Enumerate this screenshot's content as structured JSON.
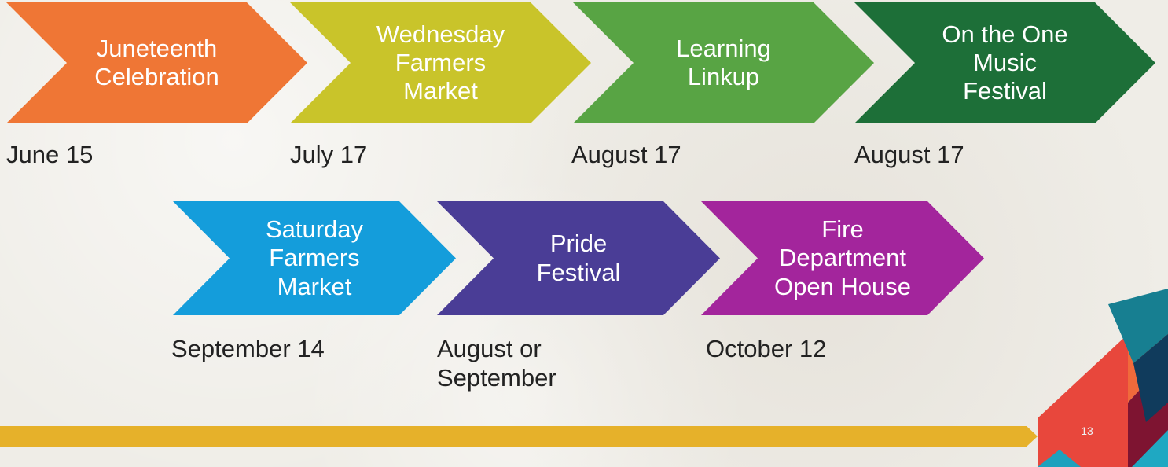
{
  "slide": {
    "slide_number": "13",
    "colors": {
      "background": "#efede7",
      "accent_gold": "#e6b12a",
      "accent_red": "#ea4f4f",
      "accent_orange": "#ef6b3d",
      "accent_teal": "#177f91",
      "accent_navy": "#103b5c",
      "accent_maroon": "#7e1431"
    }
  },
  "events": [
    {
      "title": "Juneteenth\nCelebration",
      "date": "June 15",
      "color": "#ef7635"
    },
    {
      "title": "Wednesday\nFarmers\nMarket",
      "date": "July 17",
      "color": "#c9c42a"
    },
    {
      "title": "Learning\nLinkup",
      "date": "August 17",
      "color": "#58a444"
    },
    {
      "title": "On the One\nMusic\nFestival",
      "date": "August 17",
      "color": "#1d6f38"
    },
    {
      "title": "Saturday\nFarmers\nMarket",
      "date": "September 14",
      "color": "#149ddb"
    },
    {
      "title": "Pride\nFestival",
      "date": "August or\nSeptember",
      "color": "#4a3d96"
    },
    {
      "title": "Fire\nDepartment\nOpen House",
      "date": "October 12",
      "color": "#a3259c"
    }
  ]
}
